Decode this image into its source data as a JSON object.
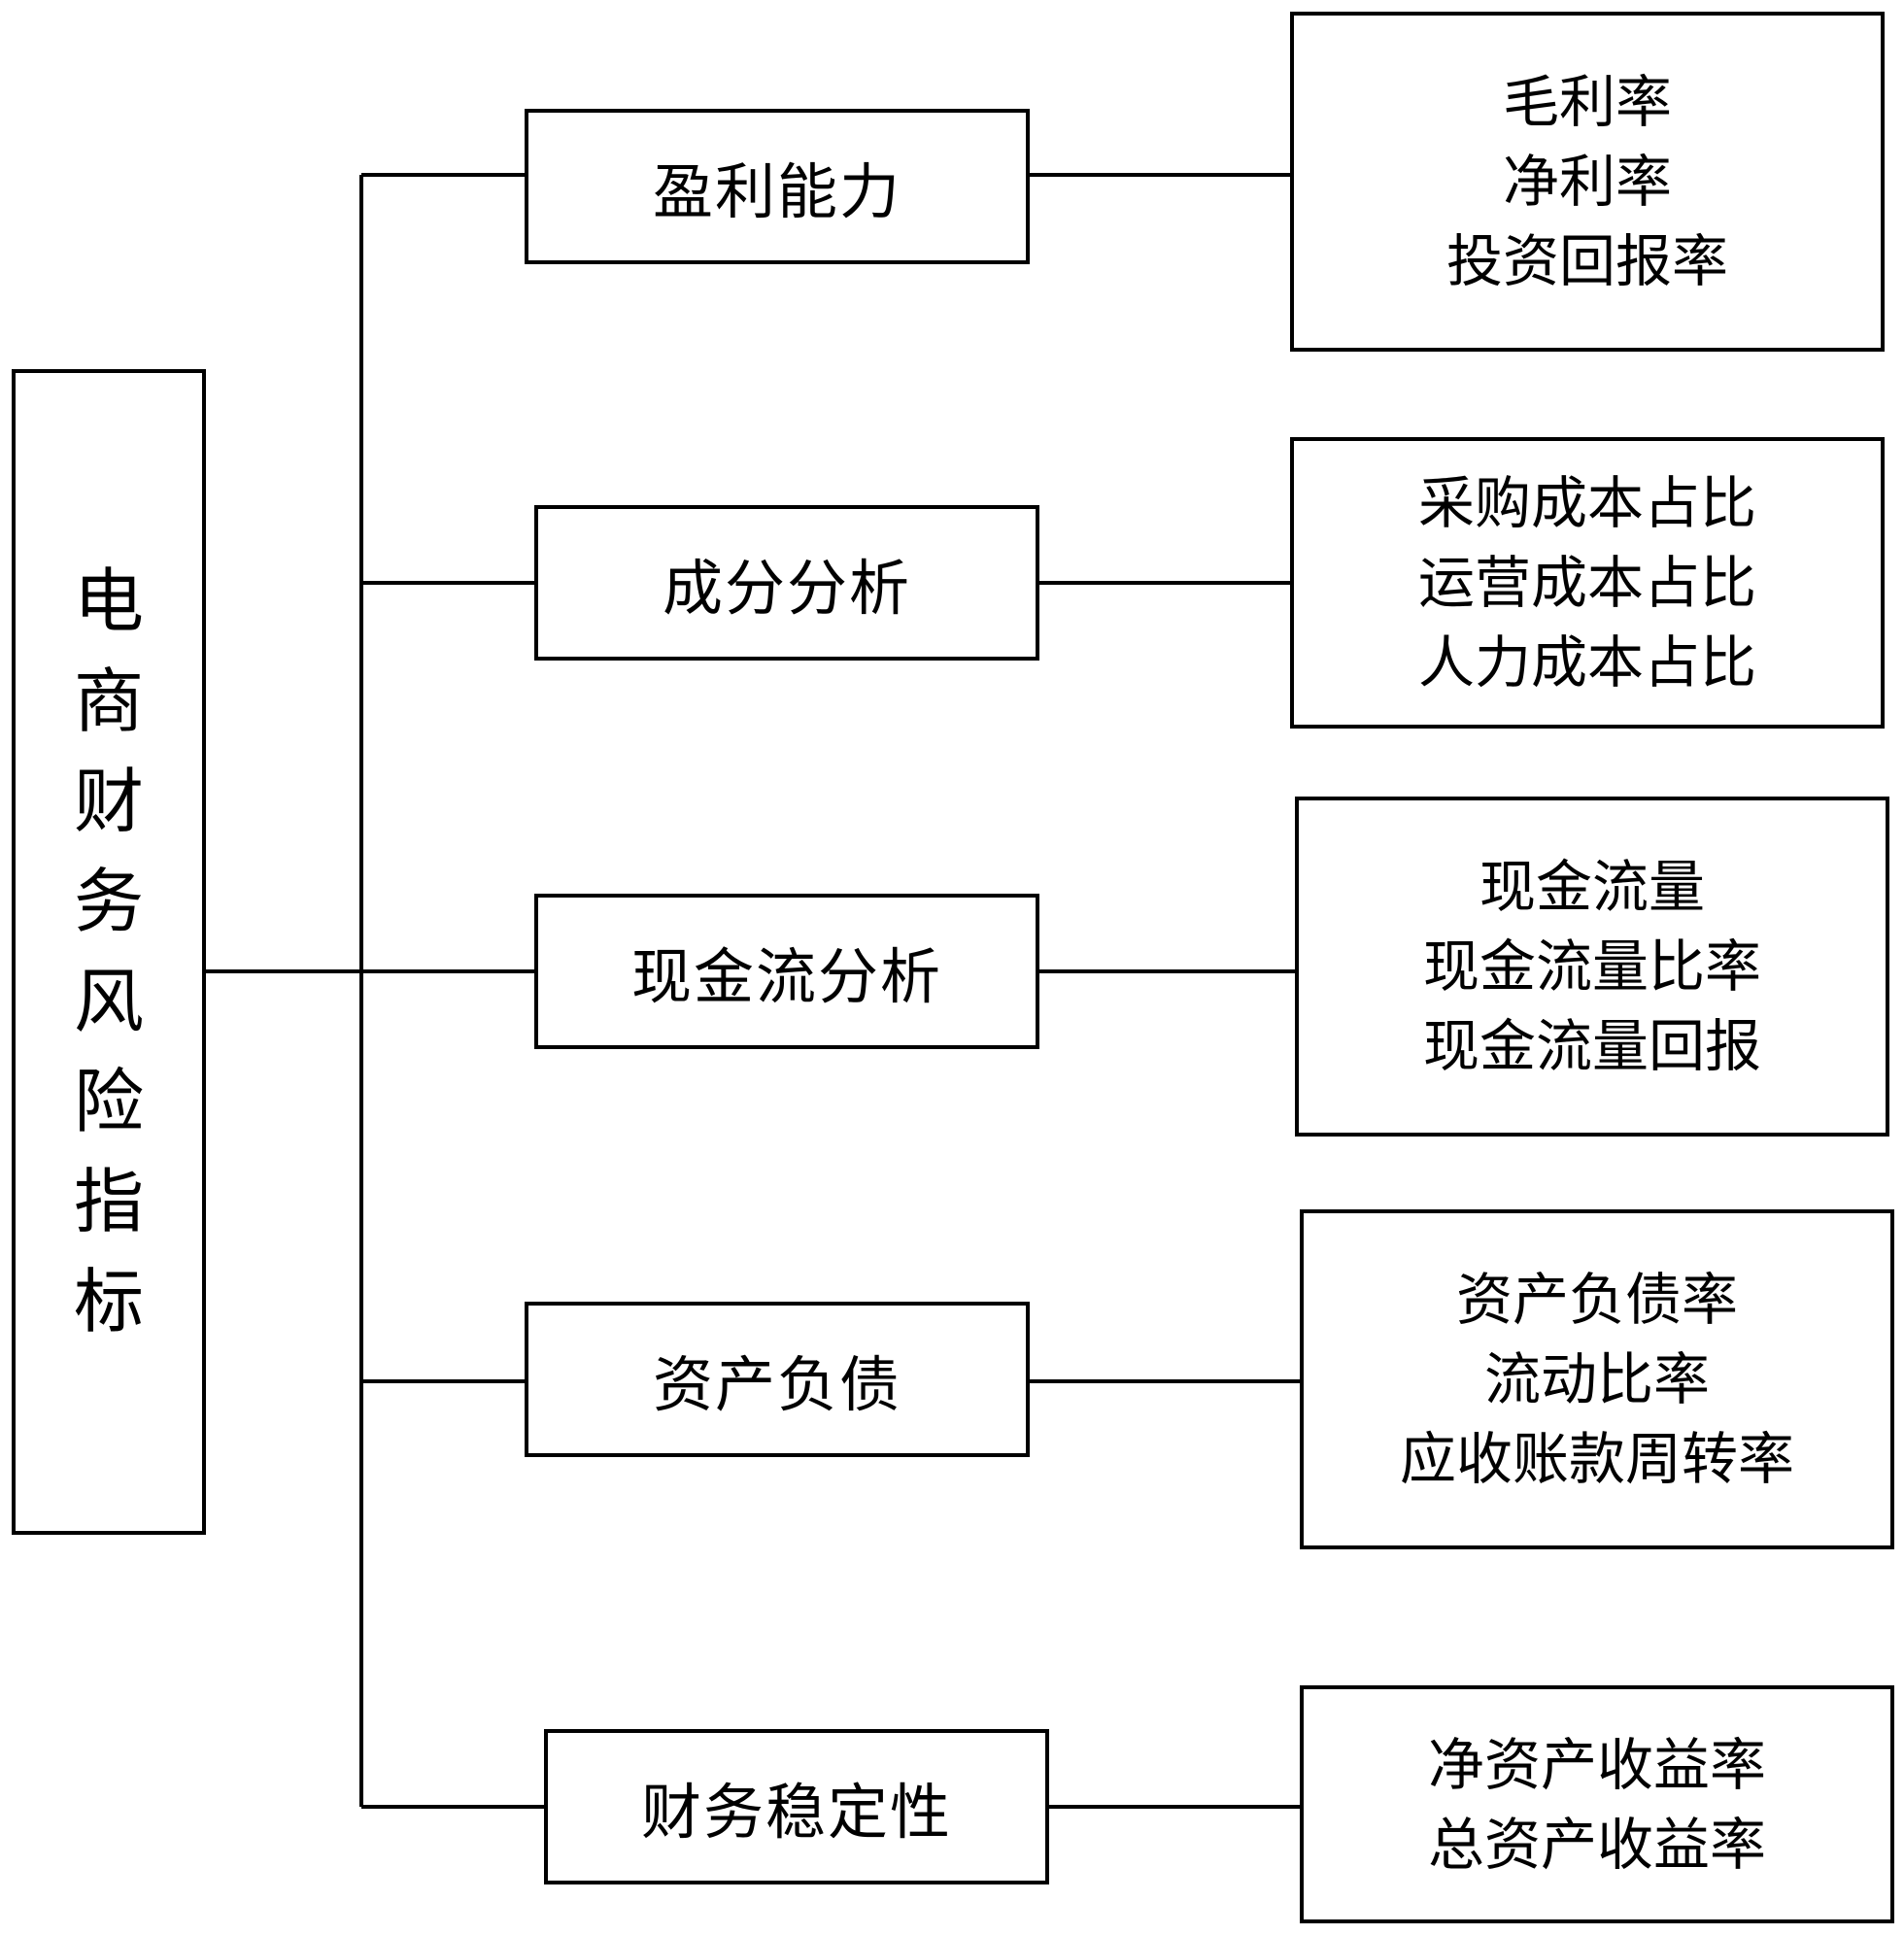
{
  "root": {
    "label": "电商财务风险指标"
  },
  "categories": [
    {
      "label": "盈利能力",
      "details": [
        "毛利率",
        "净利率",
        "投资回报率"
      ]
    },
    {
      "label": "成分分析",
      "details": [
        "采购成本占比",
        "运营成本占比",
        "人力成本占比"
      ]
    },
    {
      "label": "现金流分析",
      "details": [
        "现金流量",
        "现金流量比率",
        "现金流量回报"
      ]
    },
    {
      "label": "资产负债",
      "details": [
        "资产负债率",
        "流动比率",
        "应收账款周转率"
      ]
    },
    {
      "label": "财务稳定性",
      "details": [
        "净资产收益率",
        "总资产收益率"
      ]
    }
  ]
}
